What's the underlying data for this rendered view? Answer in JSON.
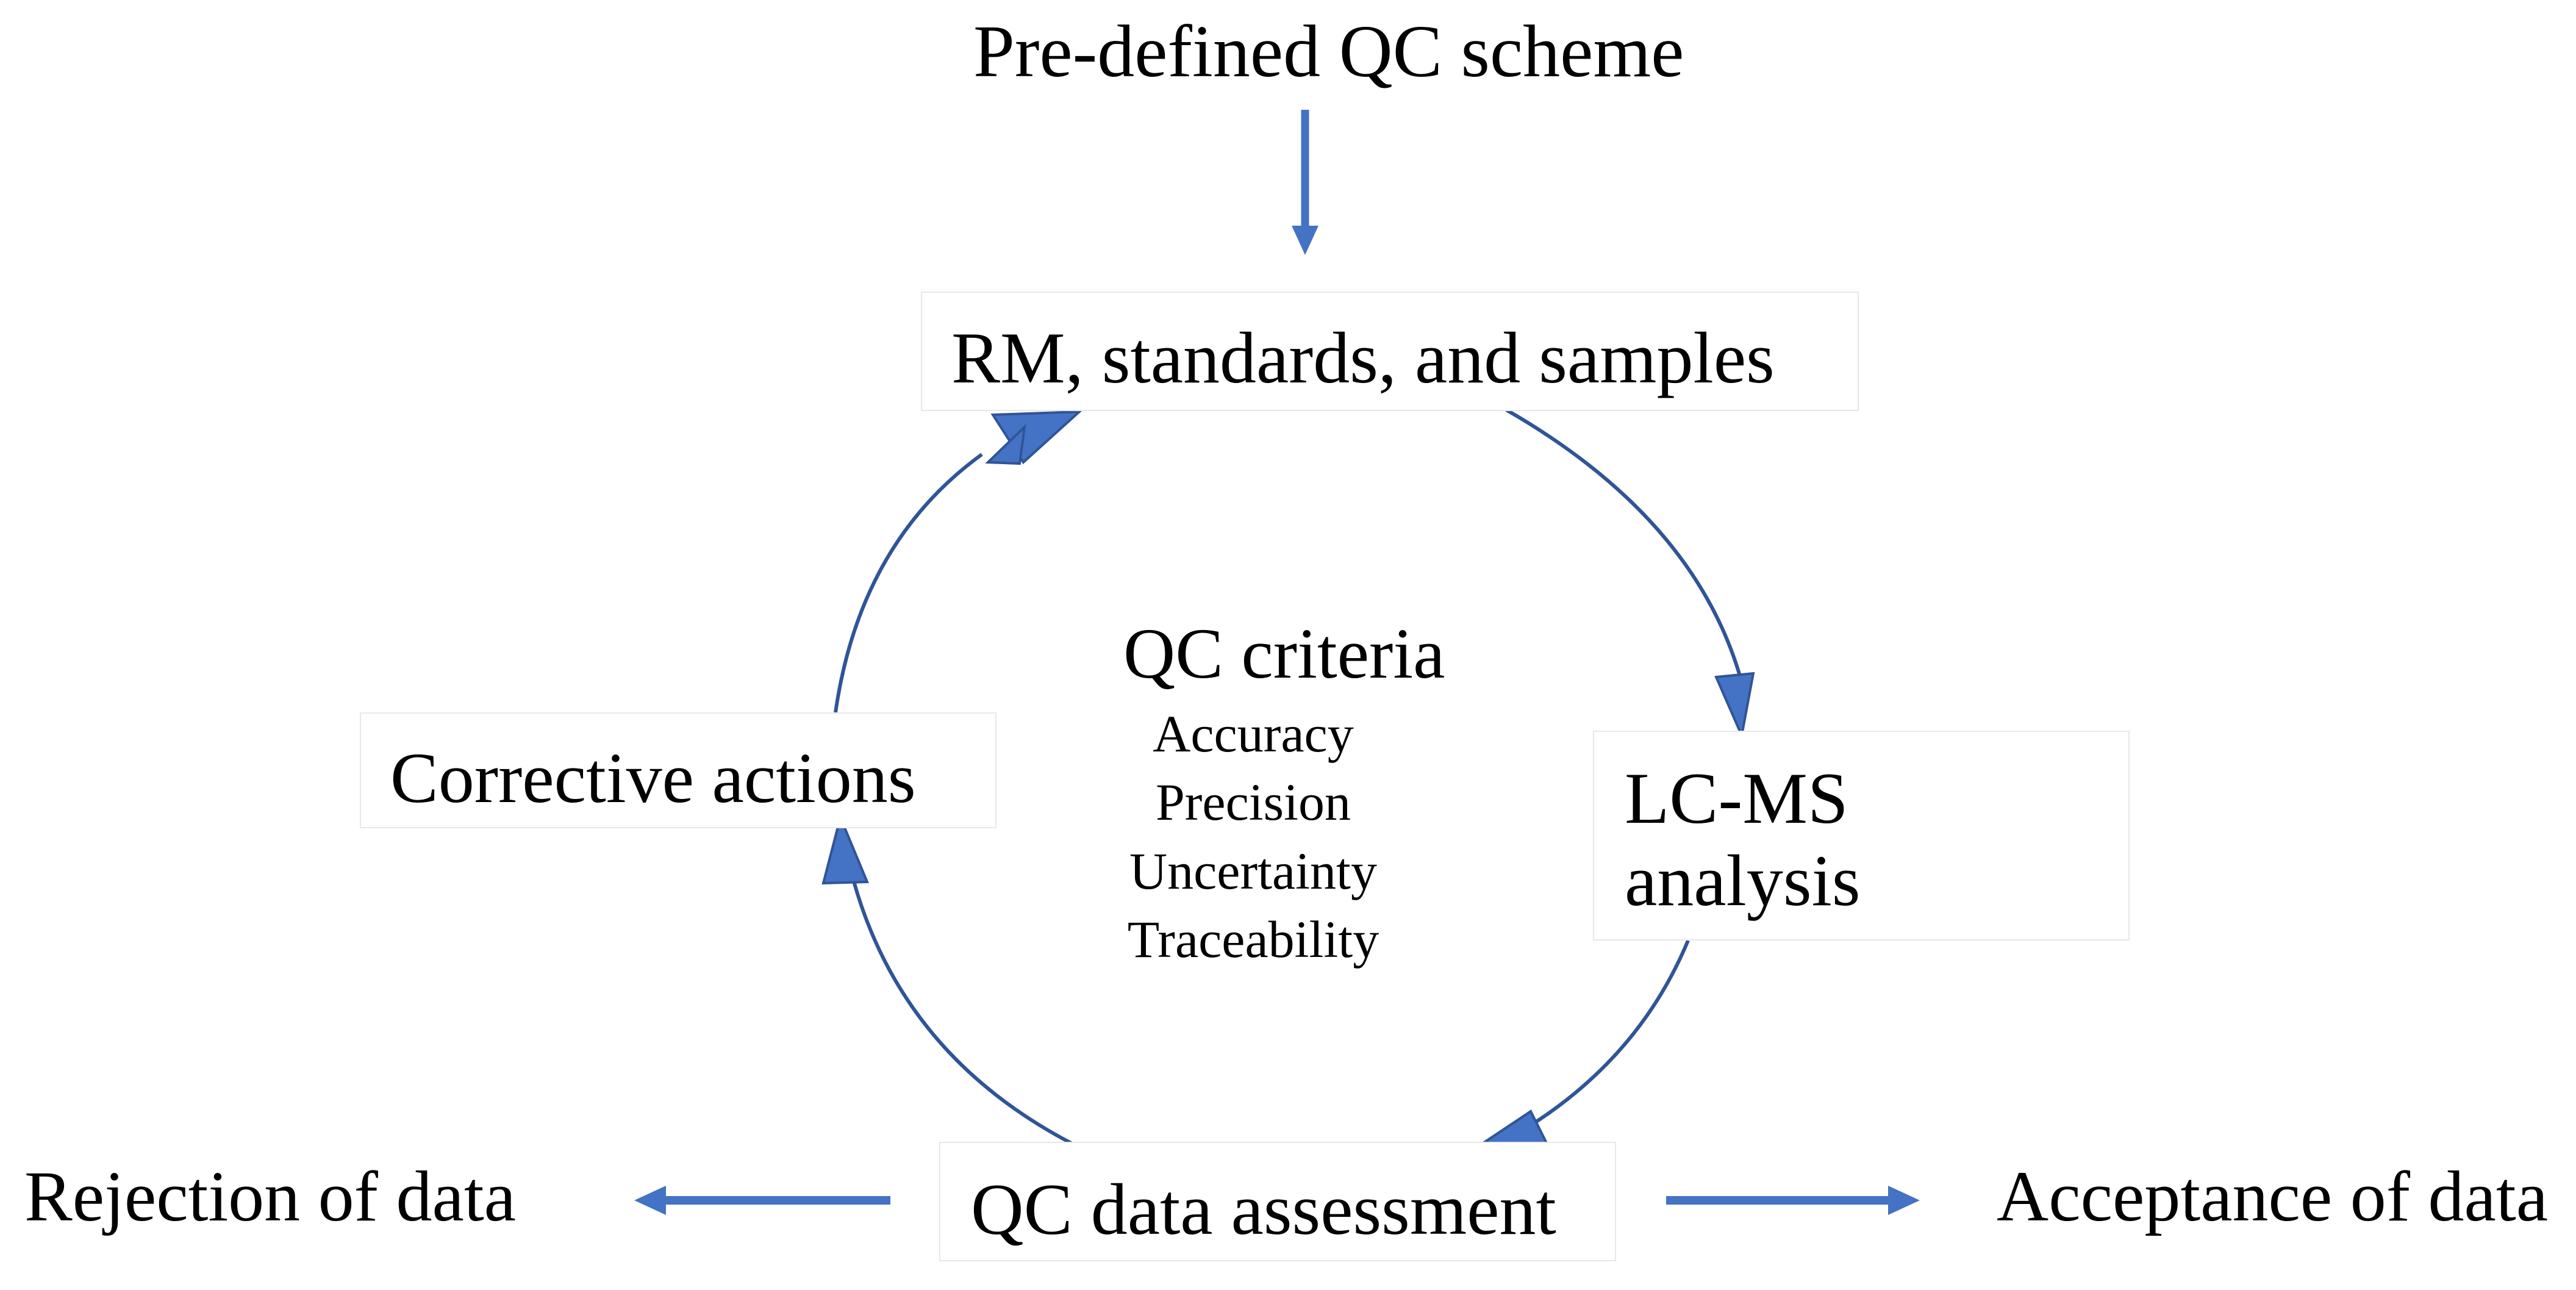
{
  "header": {
    "title": "Pre-defined QC scheme"
  },
  "boxes": {
    "samples": "RM, standards, and samples",
    "lcms_line1": "LC-MS",
    "lcms_line2": "analysis",
    "assessment": "QC data assessment",
    "corrective": "Corrective actions"
  },
  "criteria": {
    "title": "QC criteria",
    "items": [
      "Accuracy",
      "Precision",
      "Uncertainty",
      "Traceability"
    ]
  },
  "outcomes": {
    "rejection": "Rejection of data",
    "acceptance": "Acceptance of data"
  },
  "colors": {
    "arrow": "#4472C4",
    "cycle_line": "#2F5597",
    "box_border": "#e8e8e8"
  }
}
